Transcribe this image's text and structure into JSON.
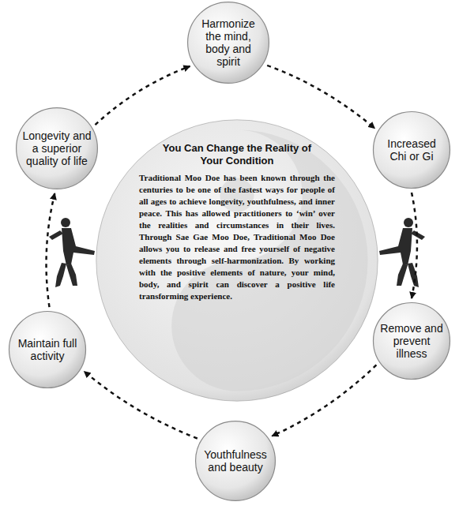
{
  "diagram": {
    "nodes": [
      {
        "text": [
          "Harmonize the mind, body and spirit"
        ]
      },
      {
        "text": [
          "Increased Chi or Gi"
        ]
      },
      {
        "text": [
          "Remove and prevent illness"
        ]
      },
      {
        "text": [
          "Youthfulness and beauty"
        ]
      },
      {
        "text": [
          "Maintain full activity"
        ]
      },
      {
        "text": [
          "Longevity and a superior quality of life"
        ]
      },
      {
        "text": [
          "You Can Change the Reality of Your Condition",
          "Traditional Moo Doe has been known through the centuries to be one of the fastest ways for people of all ages to achieve longevity, youthfulness, and inner peace. This has allowed practitioners to ‘win’ over the realities and circumstances in their lives. Through Sae Gae Moo Doe, Traditional Moo Doe allows you to release and free yourself of negative elements through self-harmonization. By working with the positive elements of nature, your mind, body, and spirit can discover a positive life transforming experience."
        ]
      }
    ],
    "edges": [
      {
        "from": 0,
        "to": 1,
        "arrow": "to"
      },
      {
        "from": 1,
        "to": 2,
        "arrow": "to"
      },
      {
        "from": 2,
        "to": 3,
        "arrow": "to"
      },
      {
        "from": 3,
        "to": 4,
        "arrow": "to"
      },
      {
        "from": 4,
        "to": 5,
        "arrow": "to"
      },
      {
        "from": 5,
        "to": 0,
        "arrow": "to"
      }
    ]
  }
}
